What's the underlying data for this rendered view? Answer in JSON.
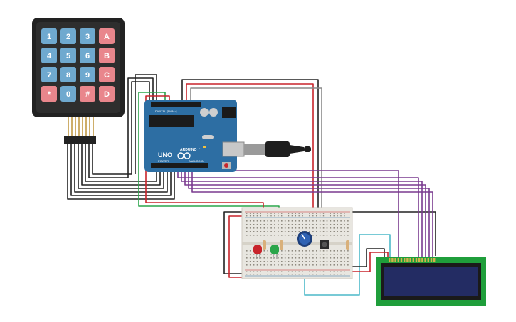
{
  "keypad": {
    "rows": [
      [
        {
          "label": "1",
          "type": "digit"
        },
        {
          "label": "2",
          "type": "digit"
        },
        {
          "label": "3",
          "type": "digit"
        },
        {
          "label": "A",
          "type": "letter"
        }
      ],
      [
        {
          "label": "4",
          "type": "digit"
        },
        {
          "label": "5",
          "type": "digit"
        },
        {
          "label": "6",
          "type": "digit"
        },
        {
          "label": "B",
          "type": "letter"
        }
      ],
      [
        {
          "label": "7",
          "type": "digit"
        },
        {
          "label": "8",
          "type": "digit"
        },
        {
          "label": "9",
          "type": "digit"
        },
        {
          "label": "C",
          "type": "letter"
        }
      ],
      [
        {
          "label": "*",
          "type": "symbol"
        },
        {
          "label": "0",
          "type": "digit"
        },
        {
          "label": "#",
          "type": "symbol"
        },
        {
          "label": "D",
          "type": "letter"
        }
      ]
    ]
  },
  "arduino": {
    "brand_text": "ARDUINO",
    "model_text": "UNO",
    "digital_label": "DIGITAL (PWM~)",
    "power_label": "POWER",
    "analog_label": "ANALOG IN",
    "led_label": "L"
  },
  "colors": {
    "keypad_digit": "#6fa9cf",
    "keypad_letter": "#e9868c",
    "keypad_body": "#222222",
    "arduino_board": "#2d6ea3",
    "breadboard": "#e8e6e0",
    "lcd_pcb": "#1f9e3b",
    "lcd_screen": "#232c63",
    "wire_black": "#222222",
    "wire_red": "#c8242b",
    "wire_green": "#2aa54a",
    "wire_purple": "#7a3a8f",
    "wire_grey": "#8a8a8a",
    "wire_cyan": "#4cb9c9"
  },
  "icons": [
    "usb-cable-icon",
    "potentiometer-icon",
    "pushbutton-icon",
    "led-red-icon",
    "led-green-icon",
    "resistor-icon"
  ]
}
